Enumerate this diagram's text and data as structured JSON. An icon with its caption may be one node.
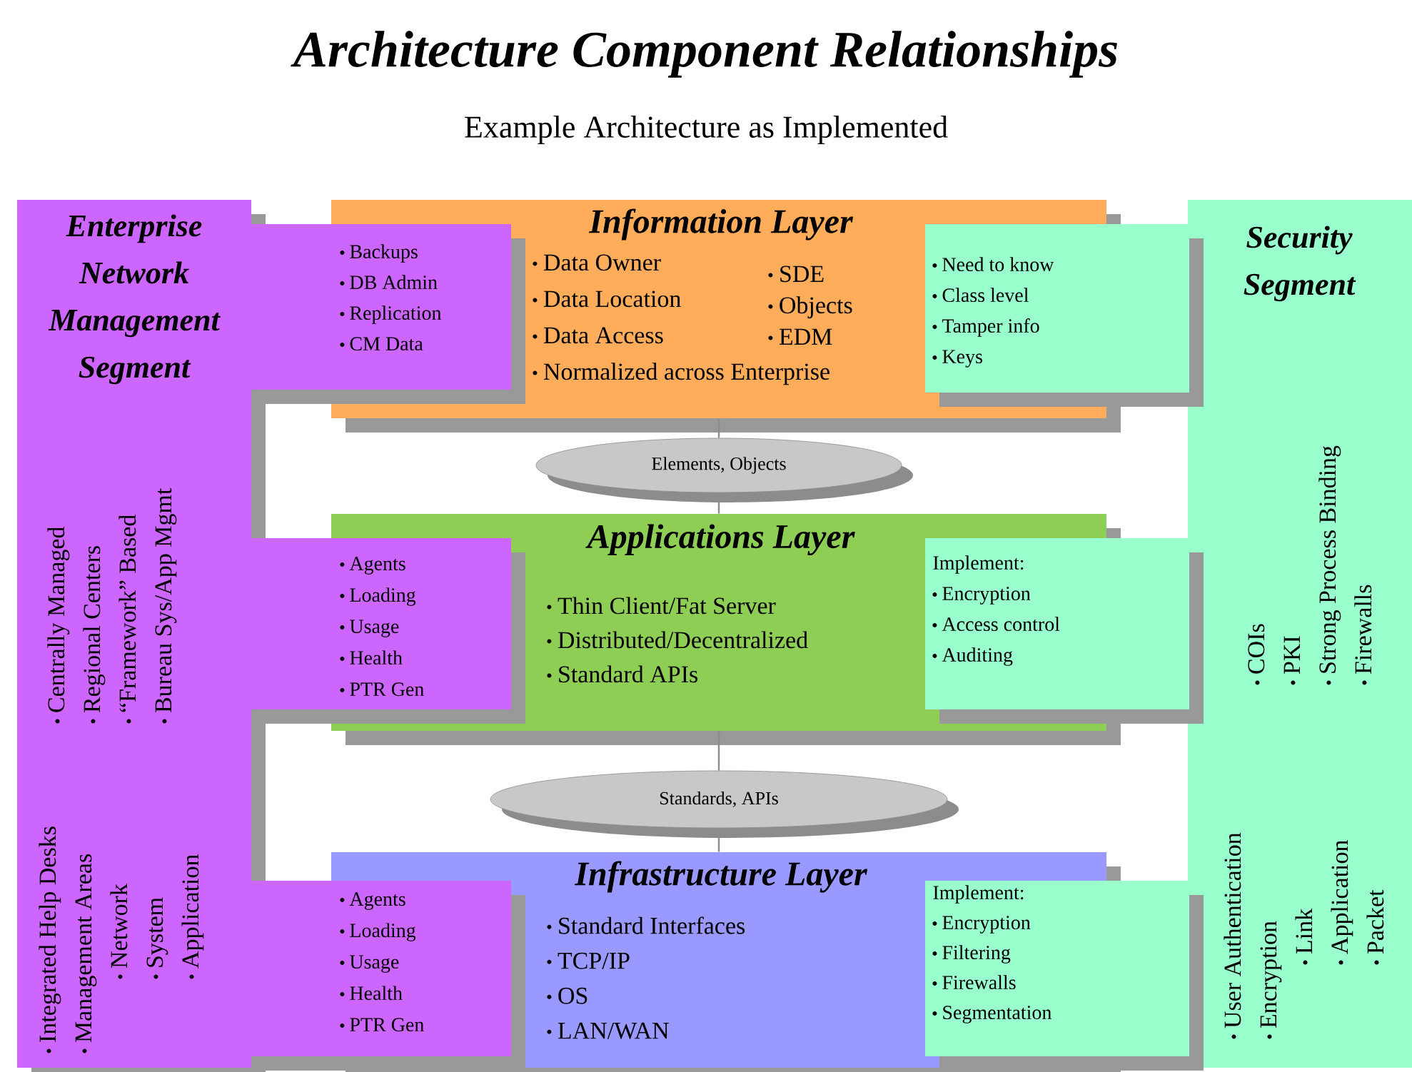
{
  "diagram": {
    "title": "Architecture Component Relationships",
    "nodes": [
      {
        "text": [
          "Enterprise Network Management Segment",
          "Centrally Managed",
          "Regional Centers",
          "“Framework” Based",
          "Bureau Sys/App Mgmt",
          "Integrated Help Desks",
          "Management Areas",
          "Network",
          "System",
          "Application"
        ]
      },
      {
        "text": [
          "Backups",
          "DB Admin",
          "Replication",
          "CM Data"
        ]
      },
      {
        "text": [
          "Information Layer",
          "Data Owner",
          "Data Location",
          "Data Access",
          "SDE",
          "Objects",
          "EDM",
          "Normalized across Enterprise"
        ]
      },
      {
        "text": [
          "Need to know",
          "Class level",
          "Tamper info",
          "Keys"
        ]
      },
      {
        "text": [
          "Security Segment",
          "COIs",
          "PKI",
          "Strong Process Binding",
          "Firewalls",
          "User Authentication",
          "Encryption",
          "Link",
          "Application",
          "Packet"
        ]
      },
      {
        "text": [
          "Elements, Objects"
        ]
      },
      {
        "text": [
          "Agents",
          "Loading",
          "Usage",
          "Health",
          "PTR Gen"
        ]
      },
      {
        "text": [
          "Applications Layer",
          "Thin Client/Fat Server",
          "Distributed/Decentralized",
          "Standard APIs"
        ]
      },
      {
        "text": [
          "Implement:",
          "Encryption",
          "Access control",
          "Auditing"
        ]
      },
      {
        "text": [
          "Standards, APIs"
        ]
      },
      {
        "text": [
          "Agents",
          "Loading",
          "Usage",
          "Health",
          "PTR Gen"
        ]
      },
      {
        "text": [
          "Infrastructure Layer",
          "Standard Interfaces",
          "TCP/IP",
          "OS",
          "LAN/WAN"
        ]
      },
      {
        "text": [
          "Implement:",
          "Encryption",
          "Filtering",
          "Firewalls",
          "Segmentation"
        ]
      }
    ],
    "edges": [
      {
        "from": 2,
        "to": 5,
        "arrow": "none"
      },
      {
        "from": 5,
        "to": 7,
        "arrow": "none"
      },
      {
        "from": 7,
        "to": 9,
        "arrow": "none"
      },
      {
        "from": 9,
        "to": 11,
        "arrow": "none"
      }
    ],
    "labels": [
      "Example Architecture as Implemented"
    ]
  }
}
